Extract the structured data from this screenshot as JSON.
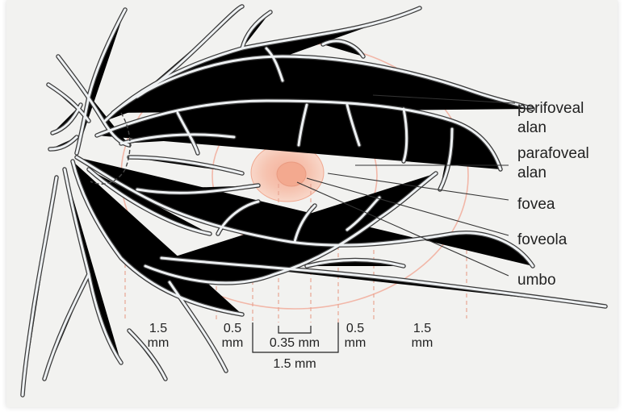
{
  "labels": {
    "perifoveal": [
      "perifoveal",
      "alan"
    ],
    "parafoveal": [
      "parafoveal",
      "alan"
    ],
    "fovea": "fovea",
    "foveola": "foveola",
    "umbo": "umbo"
  },
  "scale": {
    "left_outer": [
      "1.5",
      "mm"
    ],
    "left_inner": [
      "0.5",
      "mm"
    ],
    "center": "0.35 mm",
    "right_inner": [
      "0.5",
      "mm"
    ],
    "right_outer": [
      "1.5",
      "mm"
    ],
    "total": "1.5 mm"
  },
  "colors": {
    "ring": "#f2b7a8",
    "fovea_fill": "#f7c9b6",
    "foveola_fill": "#f3a98f",
    "vessel_outline": "#3a3a3a"
  }
}
